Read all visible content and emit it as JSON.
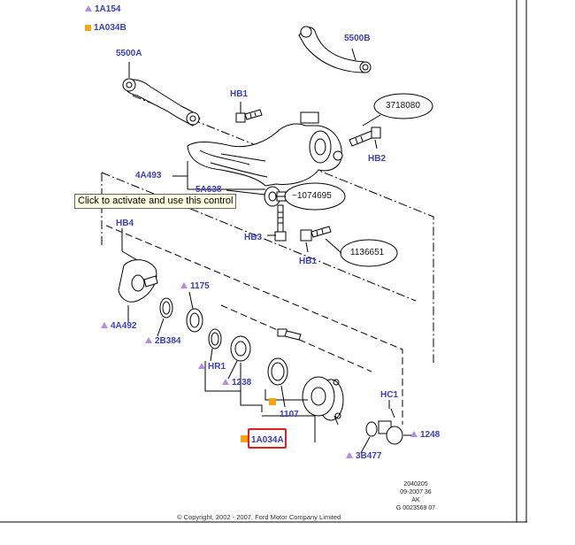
{
  "legend": {
    "triangle_code": "1A154",
    "square_code": "1A034B"
  },
  "colors": {
    "label_blue": "#3a3fb8",
    "triangle_purple": "#b98be0",
    "square_orange": "#f4a60b",
    "highlight_red": "#e02020"
  },
  "parts": {
    "p5500a": "5500A",
    "p5500b": "5500B",
    "hb1_top": "HB1",
    "p4a493": "4A493",
    "p5a638": "5A638",
    "hb2": "HB2",
    "hb3": "HB3",
    "hb1_bottom": "HB1",
    "hb4": "HB4",
    "p4a492": "4A492",
    "p2b384": "2B384",
    "p1175": "1175",
    "hr1": "HR1",
    "p1238": "1238",
    "p1107": "1107",
    "p1a034a": "1A034A",
    "hc1": "HC1",
    "p1248": "1248",
    "p3b477": "3B477"
  },
  "callouts": {
    "c3718080": "3718080",
    "c1074695": "~1074695",
    "c1136651": "1136651"
  },
  "tooltip": "Click to activate and use this control",
  "stamp": {
    "line1": "2040205",
    "line2": "09-2007 36",
    "line3": "AK",
    "line4": "G 0023569 07"
  },
  "copyright": "© Copyright, 2002 - 2007, Ford Motor Company Limited"
}
